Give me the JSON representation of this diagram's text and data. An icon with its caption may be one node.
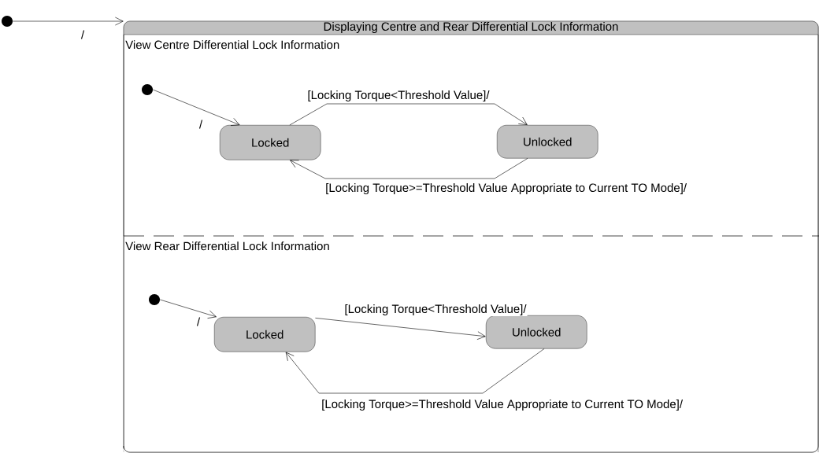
{
  "diagram": {
    "nodes": [
      {
        "text": [],
        "shape": "circle"
      },
      {
        "text": [
          "Displaying Centre and Rear Differential Lock Information"
        ]
      },
      {
        "text": [
          "View Centre Differential Lock Information"
        ],
        "in": 1
      },
      {
        "text": [],
        "shape": "circle",
        "in": 2
      },
      {
        "text": [
          "Locked"
        ],
        "in": 2
      },
      {
        "text": [
          "Unlocked"
        ],
        "in": 2
      },
      {
        "text": [
          "View Rear Differential Lock Information"
        ],
        "in": 1
      },
      {
        "text": [],
        "shape": "circle",
        "in": 6
      },
      {
        "text": [
          "Locked"
        ],
        "in": 6
      },
      {
        "text": [
          "Unlocked"
        ],
        "in": 6
      }
    ],
    "edges": [
      {
        "from": 0,
        "to": 1,
        "arrow": "to",
        "label": "/"
      },
      {
        "from": 3,
        "to": 4,
        "arrow": "to",
        "label": "/"
      },
      {
        "from": 4,
        "to": 5,
        "arrow": "to",
        "label": "[Locking Torque<Threshold Value]/"
      },
      {
        "from": 5,
        "to": 4,
        "arrow": "to",
        "label": "[Locking Torque>=Threshold Value Appropriate to Current TO Mode]/"
      },
      {
        "from": 7,
        "to": 8,
        "arrow": "to",
        "label": "/"
      },
      {
        "from": 8,
        "to": 9,
        "arrow": "to",
        "label": "[Locking Torque<Threshold Value]/"
      },
      {
        "from": 9,
        "to": 8,
        "arrow": "to",
        "label": "[Locking Torque>=Threshold Value Appropriate to Current TO Mode]/"
      }
    ]
  }
}
